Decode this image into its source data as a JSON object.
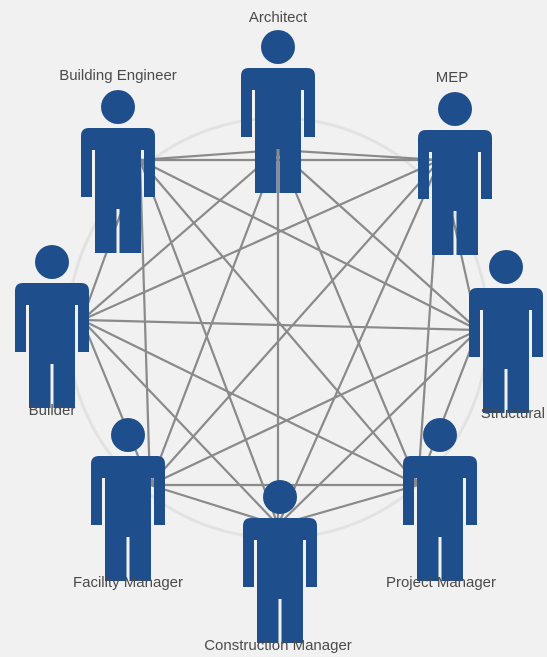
{
  "diagram": {
    "colors": {
      "person": "#1e4e8c",
      "connector": "#8a8a8a",
      "ring": "#e2e2e2",
      "label": "#4a4a4a",
      "background": "#f1f1f1"
    },
    "nodes": [
      {
        "id": "architect",
        "label": "Architect",
        "icon": "person-icon"
      },
      {
        "id": "mep",
        "label": "MEP",
        "icon": "person-icon"
      },
      {
        "id": "structural",
        "label": "Structural",
        "icon": "person-icon"
      },
      {
        "id": "project-manager",
        "label": "Project Manager",
        "icon": "person-icon"
      },
      {
        "id": "construction-manager",
        "label": "Construction Manager",
        "icon": "person-icon"
      },
      {
        "id": "facility-manager",
        "label": "Facility Manager",
        "icon": "person-icon"
      },
      {
        "id": "builder",
        "label": "Builder",
        "icon": "person-icon"
      },
      {
        "id": "building-engineer",
        "label": "Building Engineer",
        "icon": "person-icon"
      }
    ],
    "connections": "all-pairs"
  }
}
